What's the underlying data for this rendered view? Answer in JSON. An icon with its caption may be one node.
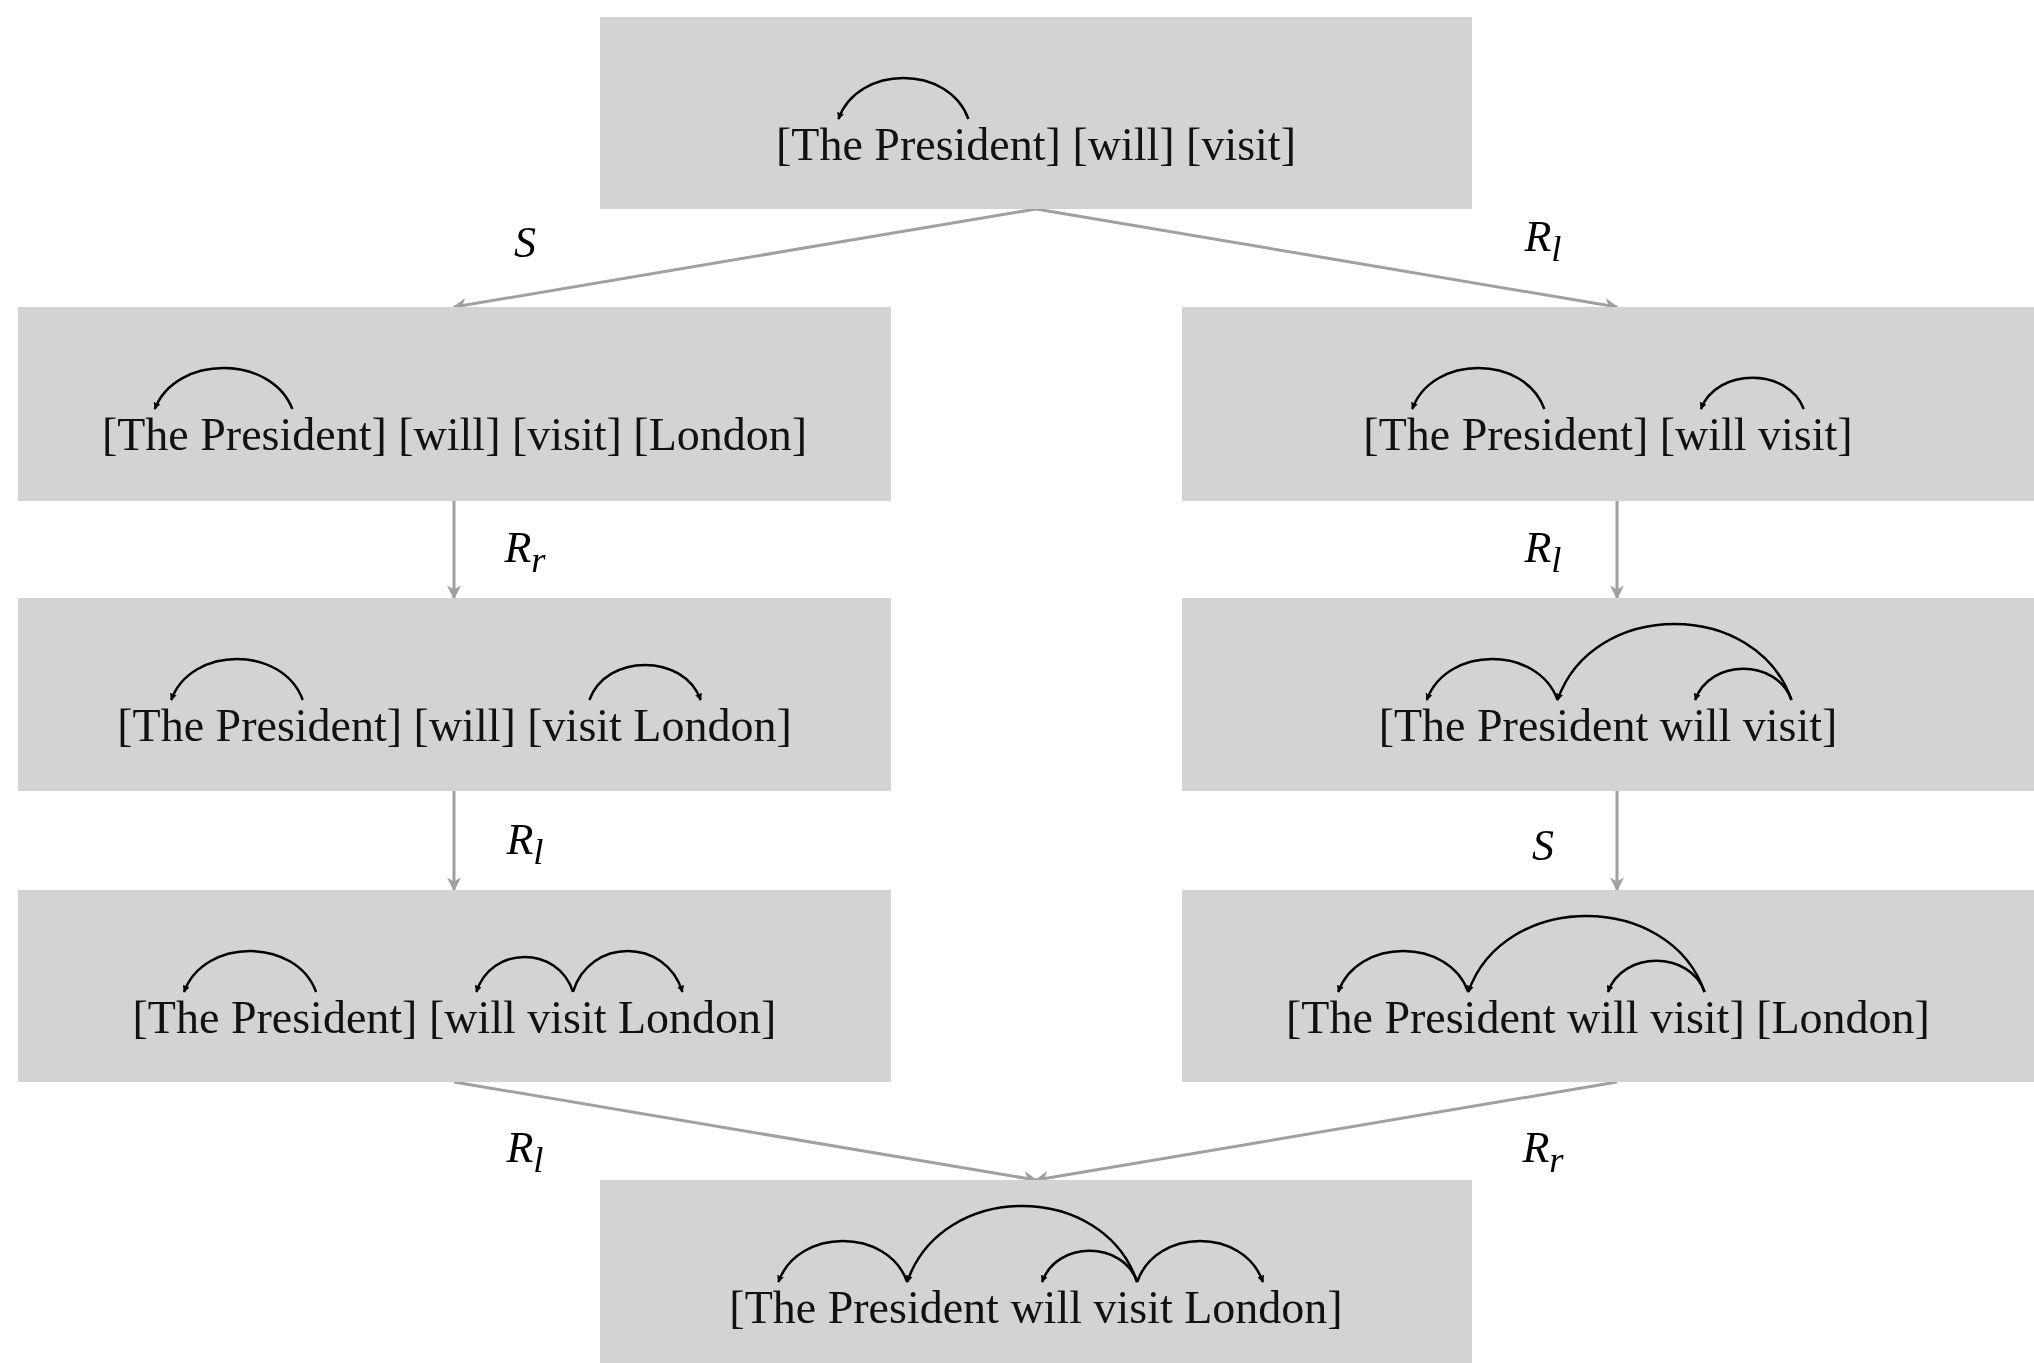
{
  "diagram": {
    "nodes": [
      {
        "text": [
          "[The President] [will] [visit]"
        ]
      },
      {
        "text": [
          "[The President] [will] [visit] [London]"
        ]
      },
      {
        "text": [
          "[The President] [will visit]"
        ]
      },
      {
        "text": [
          "[The President] [will] [visit London]"
        ]
      },
      {
        "text": [
          "[The President will visit]"
        ]
      },
      {
        "text": [
          "[The President] [will visit London]"
        ]
      },
      {
        "text": [
          "[The President will visit] [London]"
        ]
      },
      {
        "text": [
          "[The President will visit London]"
        ]
      }
    ],
    "edges": [
      {
        "from": 0,
        "to": 1,
        "arrow": "to",
        "label": "S"
      },
      {
        "from": 0,
        "to": 2,
        "arrow": "to",
        "label": "R$_{l}$"
      },
      {
        "from": 1,
        "to": 3,
        "arrow": "to",
        "label": "R$_{r}$"
      },
      {
        "from": 3,
        "to": 5,
        "arrow": "to",
        "label": "R$_{l}$"
      },
      {
        "from": 2,
        "to": 4,
        "arrow": "to",
        "label": "R$_{l}$"
      },
      {
        "from": 4,
        "to": 6,
        "arrow": "to",
        "label": "S"
      },
      {
        "from": 5,
        "to": 7,
        "arrow": "to",
        "label": "R$_{l}$"
      },
      {
        "from": 6,
        "to": 7,
        "arrow": "to",
        "label": "R$_{r}$"
      }
    ]
  }
}
